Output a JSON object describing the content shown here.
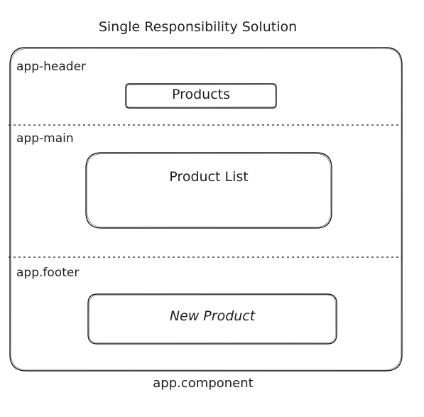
{
  "diagram": {
    "title": "Single Responsibility Solution",
    "container_label": "app.component",
    "regions": [
      {
        "label": "app-header",
        "box_label": "Products"
      },
      {
        "label": "app-main",
        "box_label": "Product List"
      },
      {
        "label": "app.footer",
        "box_label": "New Product"
      }
    ],
    "stroke_color": "#1e1e1e",
    "background_color": "#ffffff"
  }
}
